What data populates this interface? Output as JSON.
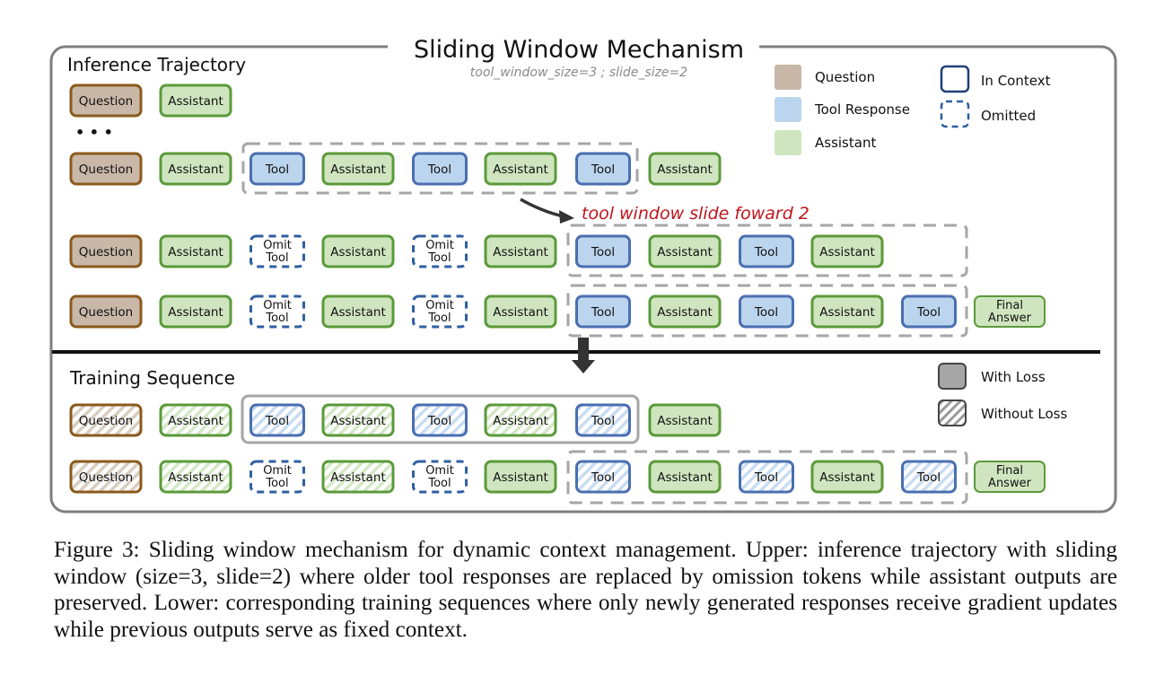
{
  "title": "Sliding Window Mechanism",
  "subtitle": "tool_window_size=3 ; slide_size=2",
  "section_inference": "Inference Trajectory",
  "section_training": "Training Sequence",
  "ellipsis": "• • •",
  "slide_note": "tool window slide foward 2",
  "legend_top": {
    "question": "Question",
    "tool_response": "Tool Response",
    "assistant": "Assistant",
    "in_context": "In Context",
    "omitted": "Omitted"
  },
  "legend_bottom": {
    "with_loss": "With Loss",
    "without_loss": "Without Loss"
  },
  "tokens": {
    "question": "Question",
    "assistant": "Assistant",
    "tool": "Tool",
    "omit_tool": [
      "Omit",
      "Tool"
    ],
    "final_answer": [
      "Final",
      "Answer"
    ]
  },
  "colors": {
    "question_fill": "#c9b8a8",
    "question_stroke": "#8a5a1c",
    "assistant_fill": "#cfe5bf",
    "assistant_stroke": "#5b9a3a",
    "tool_fill": "#bcd5ee",
    "tool_stroke": "#4a6fb0",
    "omit_stroke": "#2f5fa0",
    "frame": "#7f7f7f",
    "note": "#c0141c"
  },
  "rows": [
    {
      "section": "inference",
      "tokens": [
        "question",
        "assistant"
      ]
    },
    {
      "section": "inference",
      "tokens": [
        "question",
        "assistant",
        "tool",
        "assistant",
        "tool",
        "assistant",
        "tool",
        "assistant"
      ]
    },
    {
      "section": "inference",
      "tokens": [
        "question",
        "assistant",
        "omit_tool",
        "assistant",
        "omit_tool",
        "assistant",
        "tool",
        "assistant",
        "tool",
        "assistant"
      ]
    },
    {
      "section": "inference",
      "tokens": [
        "question",
        "assistant",
        "omit_tool",
        "assistant",
        "omit_tool",
        "assistant",
        "tool",
        "assistant",
        "tool",
        "assistant",
        "tool",
        "final_answer"
      ]
    },
    {
      "section": "training",
      "tokens": [
        "question",
        "assistant",
        "tool",
        "assistant",
        "tool",
        "assistant",
        "tool",
        "assistant"
      ]
    },
    {
      "section": "training",
      "tokens": [
        "question",
        "assistant",
        "omit_tool",
        "assistant",
        "omit_tool",
        "assistant",
        "tool",
        "assistant",
        "tool",
        "assistant",
        "tool",
        "final_answer"
      ]
    }
  ],
  "caption": "Figure 3: Sliding window mechanism for dynamic context management. Upper: inference trajectory with sliding window (size=3, slide=2) where older tool responses are replaced by omission tokens while assistant outputs are preserved. Lower: corresponding training sequences where only newly generated responses receive gradient updates while previous outputs serve as fixed context."
}
